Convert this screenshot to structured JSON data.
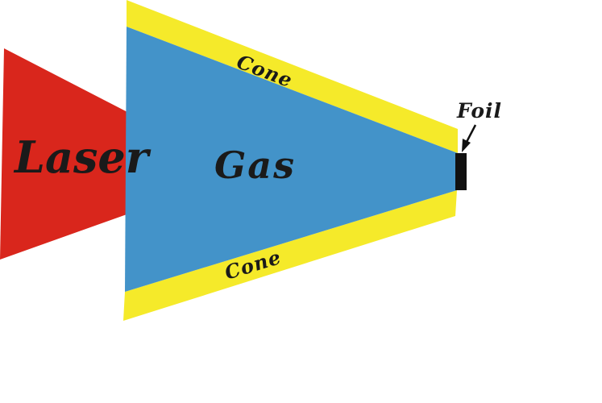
{
  "diagram": {
    "labels": {
      "laser": "Laser",
      "gas": "Gas",
      "cone_top": "Cone",
      "cone_bottom": "Cone",
      "foil": "Foil"
    },
    "colors": {
      "laser": "#d9261c",
      "gas": "#4393c9",
      "cone": "#f5ea2a",
      "foil": "#111111",
      "text": "#1a1a1a",
      "background": "#ffffff"
    }
  }
}
